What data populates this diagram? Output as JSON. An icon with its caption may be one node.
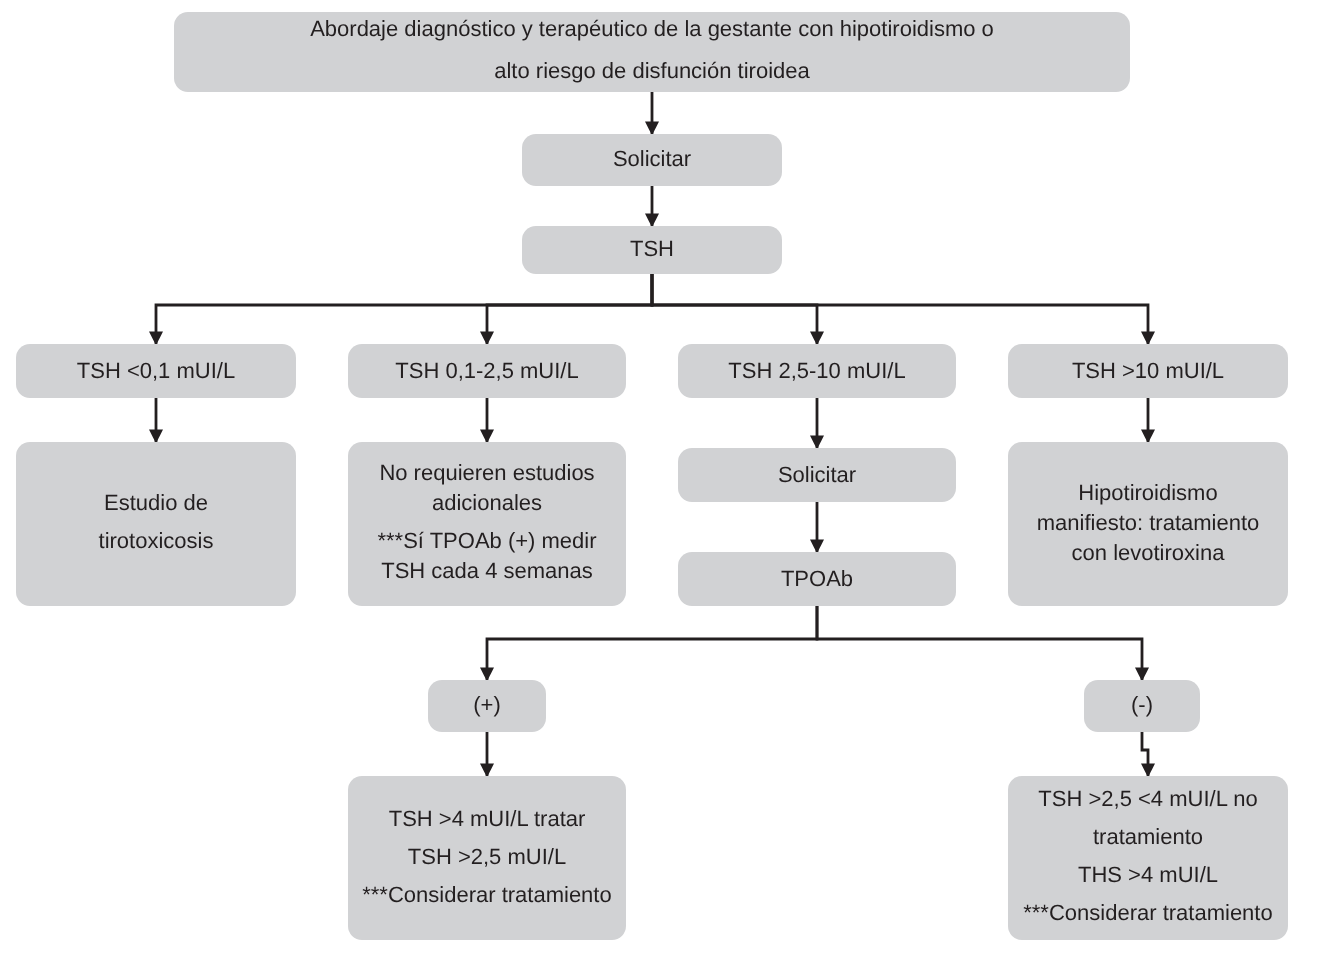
{
  "diagram": {
    "nodes": [
      {
        "text": [
          "Abordaje diagnóstico y terapéutico de la gestante con hipotiroidismo o alto riesgo de disfunción tiroidea"
        ]
      },
      {
        "text": [
          "Solicitar"
        ]
      },
      {
        "text": [
          "TSH"
        ]
      },
      {
        "text": [
          "TSH <0,1 mUI/L"
        ]
      },
      {
        "text": [
          "TSH 0,1-2,5 mUI/L"
        ]
      },
      {
        "text": [
          "TSH 2,5-10 mUI/L"
        ]
      },
      {
        "text": [
          "TSH >10 mUI/L"
        ]
      },
      {
        "text": [
          "Estudio de tirotoxicosis"
        ]
      },
      {
        "text": [
          "No requieren estudios adicionales",
          "***Sí TPOAb (+) medir TSH cada 4 semanas"
        ]
      },
      {
        "text": [
          "Solicitar"
        ]
      },
      {
        "text": [
          "TPOAb"
        ]
      },
      {
        "text": [
          "Hipotiroidismo manifiesto: tratamiento con levotiroxina"
        ]
      },
      {
        "text": [
          "(+)"
        ]
      },
      {
        "text": [
          "(-)"
        ]
      },
      {
        "text": [
          "TSH >4 mUI/L tratar",
          "TSH >2,5 mUI/L",
          "***Considerar tratamiento"
        ]
      },
      {
        "text": [
          "TSH >2,5 <4 mUI/L no tratamiento",
          "THS >4 mUI/L",
          "***Considerar tratamiento"
        ]
      }
    ],
    "edges": [
      {
        "from": 0,
        "to": 1,
        "arrow": "to"
      },
      {
        "from": 1,
        "to": 2,
        "arrow": "to"
      },
      {
        "from": 2,
        "to": 3,
        "arrow": "to"
      },
      {
        "from": 2,
        "to": 4,
        "arrow": "to"
      },
      {
        "from": 2,
        "to": 5,
        "arrow": "to"
      },
      {
        "from": 2,
        "to": 6,
        "arrow": "to"
      },
      {
        "from": 3,
        "to": 7,
        "arrow": "to"
      },
      {
        "from": 4,
        "to": 8,
        "arrow": "to"
      },
      {
        "from": 5,
        "to": 9,
        "arrow": "to"
      },
      {
        "from": 6,
        "to": 11,
        "arrow": "to"
      },
      {
        "from": 9,
        "to": 10,
        "arrow": "to"
      },
      {
        "from": 10,
        "to": 12,
        "arrow": "to"
      },
      {
        "from": 10,
        "to": 13,
        "arrow": "to"
      },
      {
        "from": 12,
        "to": 14,
        "arrow": "to"
      },
      {
        "from": 13,
        "to": 15,
        "arrow": "to"
      }
    ]
  }
}
